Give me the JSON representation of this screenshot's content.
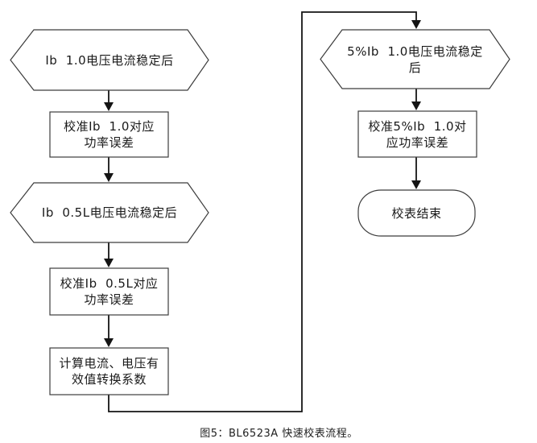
{
  "page": {
    "background": "#ffffff",
    "caption": "图5：BL6523A 快速校表流程。"
  },
  "colors": {
    "shape_stroke": "#3c3c3c",
    "shape_fill": "#ffffff",
    "line_stroke": "#141414",
    "text": "#1a1a1a"
  },
  "flowchart": {
    "nodes": {
      "hex_ib10": {
        "shape": "hexagon-preparation",
        "lines": [
          "Ib  1.0电压电流稳定后"
        ]
      },
      "rect_cal_ib10": {
        "shape": "process",
        "lines": [
          "校准Ib  1.0对应",
          "功率误差"
        ]
      },
      "hex_ib05l": {
        "shape": "hexagon-preparation",
        "lines": [
          "Ib  0.5L电压电流稳定后"
        ]
      },
      "rect_cal_ib05l": {
        "shape": "process",
        "lines": [
          "校准Ib  0.5L对应",
          "功率误差"
        ]
      },
      "rect_calc_coeff": {
        "shape": "process",
        "lines": [
          "计算电流、电压有",
          "效值转换系数"
        ]
      },
      "hex_5pct_ib10": {
        "shape": "hexagon-preparation",
        "lines": [
          "5%Ib  1.0电压电流稳定",
          "后"
        ]
      },
      "rect_cal_5pct_ib10": {
        "shape": "process",
        "lines": [
          "校准5%Ib  1.0对",
          "应功率误差"
        ]
      },
      "term_end": {
        "shape": "terminator",
        "lines": [
          "校表结束"
        ]
      }
    }
  }
}
